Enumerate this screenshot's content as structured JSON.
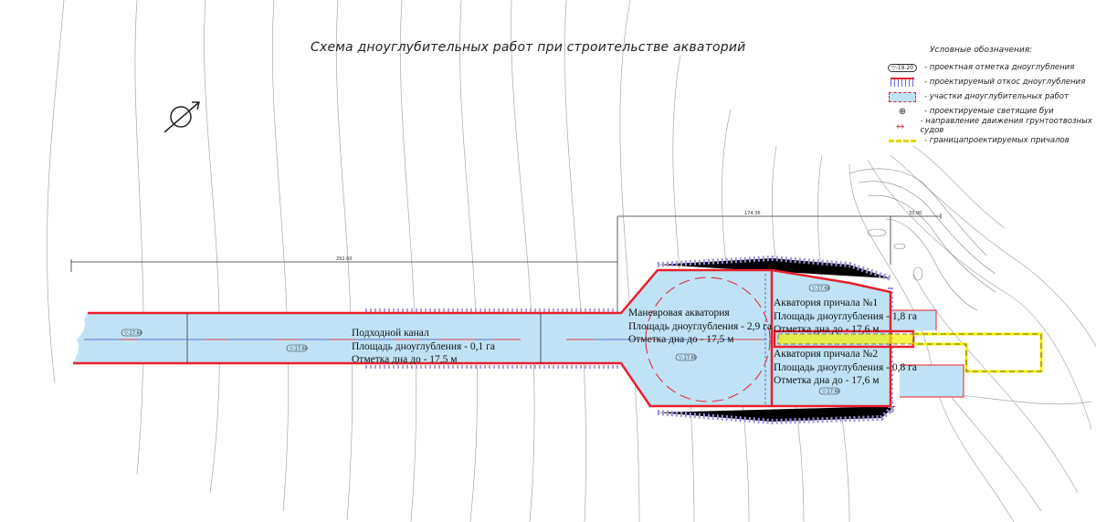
{
  "title": "Схема дноуглубительных работ при строительстве акваторий",
  "legend": {
    "heading": "Условные обозначения:",
    "items": [
      {
        "symbol": "depth-mark",
        "mark": "▽-19.20",
        "label": "- проектная отметка дноуглубления"
      },
      {
        "symbol": "slope-hatch",
        "label": "- проектируемый откос дноуглубления"
      },
      {
        "symbol": "dredging-area",
        "label": "- участки дноуглубительных работ"
      },
      {
        "symbol": "buoy",
        "label": "- проектируемые светящие буи"
      },
      {
        "symbol": "vessel-direction-arrow",
        "label": "- направление движения грунтоотвозных судов"
      },
      {
        "symbol": "berth-boundary",
        "label": "- границапроектируемых причалов"
      }
    ]
  },
  "areas": {
    "channel": {
      "name": "Подходной канал",
      "area": "Площадь дноуглубления - 0,1 га",
      "depth": "Отметка дна до - 17,5 м"
    },
    "turning": {
      "name": "Маневровая акватория",
      "area": "Площадь дноуглубления - 2,9 га",
      "depth": "Отметка дна до - 17,5 м"
    },
    "berth1": {
      "name": "Акватория причала №1",
      "area": "Площадь дноуглубления - 1,8 га",
      "depth": "Отметка дна до - 17,6 м"
    },
    "berth2": {
      "name": "Акватория причала №2",
      "area": "Площадь дноуглубления - 0,8 га",
      "depth": "Отметка дна до - 17,6 м"
    }
  },
  "dimensions": {
    "channel_length": "292.60",
    "turning_length": "174.36",
    "berth_length": "33.00"
  },
  "depth_marks": {
    "channel": "▽-17.60",
    "turning": "▽-17.60",
    "berth": "▽-17.60"
  },
  "colors": {
    "water": "#bfe3f5",
    "boundary": "#e8202a",
    "berth": "#f3f000",
    "slope_blue": "#6a6ad8",
    "contour": "#9a9a9a"
  }
}
